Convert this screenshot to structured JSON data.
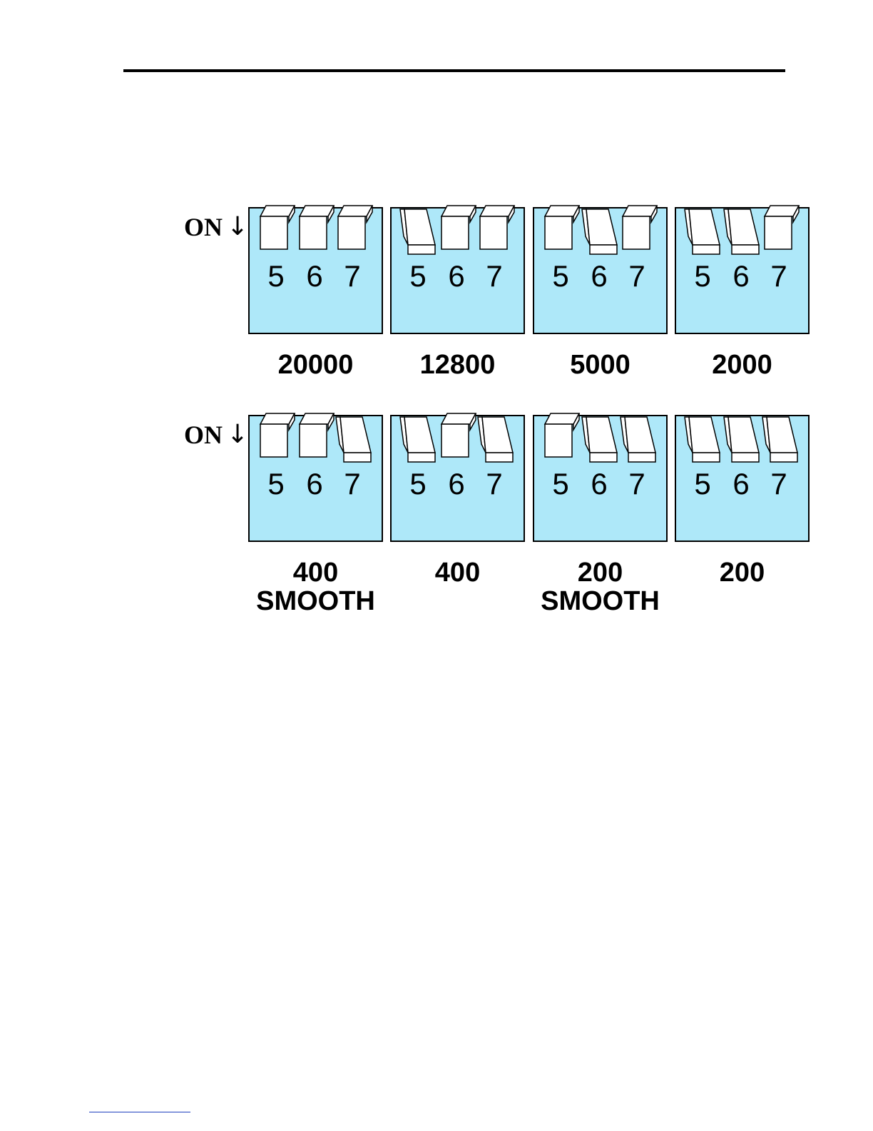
{
  "on_label": "ON",
  "arrow_icon": "down-arrow-icon",
  "colors": {
    "panel": "#aee8f9",
    "outline": "#000000",
    "lever": "#ffffff"
  },
  "rows": [
    {
      "panels": [
        {
          "value": "20000",
          "mode": "",
          "switches": [
            {
              "num": "5",
              "on": false
            },
            {
              "num": "6",
              "on": false
            },
            {
              "num": "7",
              "on": false
            }
          ]
        },
        {
          "value": "12800",
          "mode": "",
          "switches": [
            {
              "num": "5",
              "on": true
            },
            {
              "num": "6",
              "on": false
            },
            {
              "num": "7",
              "on": false
            }
          ]
        },
        {
          "value": "5000",
          "mode": "",
          "switches": [
            {
              "num": "5",
              "on": false
            },
            {
              "num": "6",
              "on": true
            },
            {
              "num": "7",
              "on": false
            }
          ]
        },
        {
          "value": "2000",
          "mode": "",
          "switches": [
            {
              "num": "5",
              "on": true
            },
            {
              "num": "6",
              "on": true
            },
            {
              "num": "7",
              "on": false
            }
          ]
        }
      ]
    },
    {
      "panels": [
        {
          "value": "400",
          "mode": "SMOOTH",
          "switches": [
            {
              "num": "5",
              "on": false
            },
            {
              "num": "6",
              "on": false
            },
            {
              "num": "7",
              "on": true
            }
          ]
        },
        {
          "value": "400",
          "mode": "",
          "switches": [
            {
              "num": "5",
              "on": true
            },
            {
              "num": "6",
              "on": false
            },
            {
              "num": "7",
              "on": true
            }
          ]
        },
        {
          "value": "200",
          "mode": "SMOOTH",
          "switches": [
            {
              "num": "5",
              "on": false
            },
            {
              "num": "6",
              "on": true
            },
            {
              "num": "7",
              "on": true
            }
          ]
        },
        {
          "value": "200",
          "mode": "",
          "switches": [
            {
              "num": "5",
              "on": true
            },
            {
              "num": "6",
              "on": true
            },
            {
              "num": "7",
              "on": true
            }
          ]
        }
      ]
    }
  ]
}
